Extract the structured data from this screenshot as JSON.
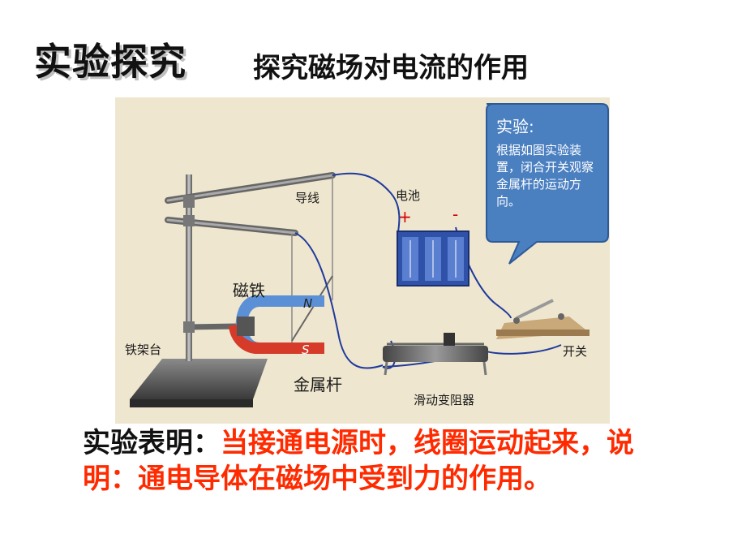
{
  "header": {
    "title": "实验探究",
    "subtitle": "探究磁场对电流的作用"
  },
  "figure": {
    "labels": {
      "wire": "导线",
      "battery": "电池",
      "plus": "+",
      "minus": "-",
      "magnet": "磁铁",
      "north": "N",
      "south": "S",
      "stand": "铁架台",
      "rod": "金属杆",
      "rheostat": "滑动变阻器",
      "switch": "开关"
    },
    "bubble": {
      "title": "实验:",
      "body": "根据如图实验装置，闭合开关观察金属杆的运动方向。"
    }
  },
  "conclusion": {
    "prefix": "实验表明：",
    "text": "当接通电源时，线圈运动起来，说明：通电导体在磁场中受到力的作用。"
  },
  "colors": {
    "figure_bg": "#eee6cf",
    "bubble": "#4a7fc0",
    "battery": "#2f52a8",
    "wire": "#1f3a9c",
    "conclusion": "#ff2a00"
  }
}
